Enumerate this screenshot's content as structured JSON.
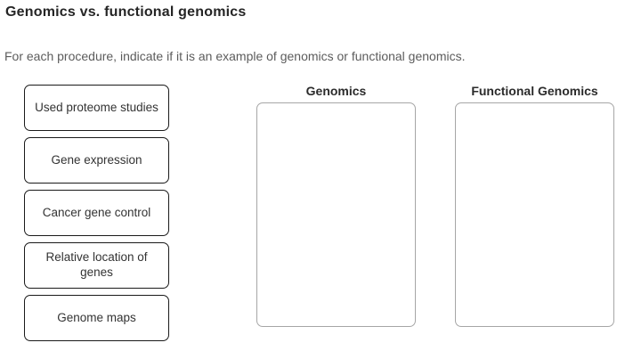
{
  "page": {
    "title": "Genomics vs. functional genomics",
    "instruction": "For each procedure, indicate if it is an example of genomics or functional genomics."
  },
  "drag_items": [
    {
      "label": "Used proteome studies"
    },
    {
      "label": "Gene expression"
    },
    {
      "label": "Cancer gene control"
    },
    {
      "label": "Relative location of genes"
    },
    {
      "label": "Genome maps"
    }
  ],
  "bins": [
    {
      "label": "Genomics",
      "contents": []
    },
    {
      "label": "Functional Genomics",
      "contents": []
    }
  ],
  "colors": {
    "item_border": "#1a1a1a",
    "zone_border": "#a6a6a6",
    "title_text": "#252525",
    "instruction_text": "#5c5c5c"
  }
}
